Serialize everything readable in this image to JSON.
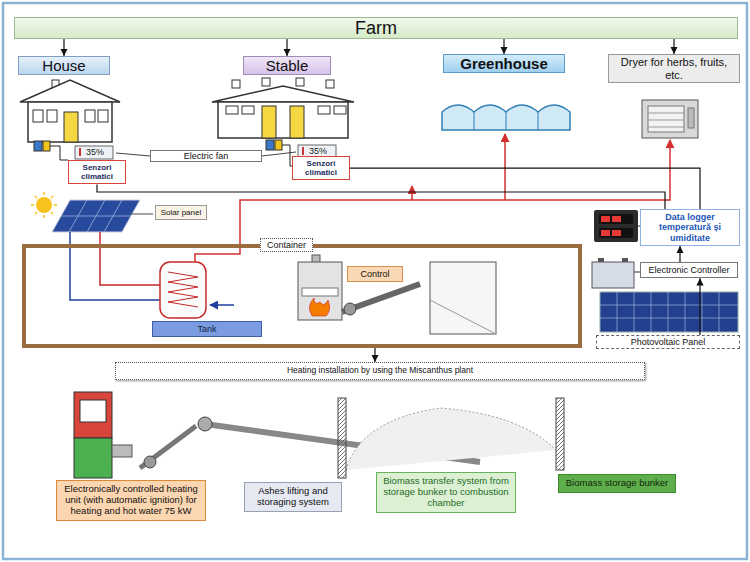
{
  "diagram": {
    "nodes": [
      {
        "text": [
          "Farm"
        ]
      },
      {
        "text": [
          "House"
        ]
      },
      {
        "text": [
          "Stable"
        ]
      },
      {
        "text": [
          "Greenhouse"
        ]
      },
      {
        "text": [
          "Dryer for herbs, fruits, etc."
        ]
      },
      {
        "text": [
          "Senzori climatici"
        ]
      },
      {
        "text": [
          "Electric fan"
        ]
      },
      {
        "text": [
          "Senzori climatici"
        ]
      },
      {
        "text": [
          "Solar panel"
        ]
      },
      {
        "text": [
          "Data logger temperatură și umiditate"
        ]
      },
      {
        "text": [
          "Container"
        ]
      },
      {
        "text": [
          "Tank"
        ],
        "in": 10
      },
      {
        "text": [
          "Control"
        ],
        "in": 10
      },
      {
        "text": [
          "Electronic Controller"
        ]
      },
      {
        "text": [
          "Photovoltaic Panel"
        ]
      },
      {
        "text": [
          "Heating installation by using the Miscanthus plant"
        ]
      },
      {
        "text": [
          "Electronically controlled heating unit (with automatic ignition) for heating and hot water 75 kW"
        ]
      },
      {
        "text": [
          "Ashes lifting and storaging system"
        ]
      },
      {
        "text": [
          "Biomass transfer system from storage bunker to combustion chamber"
        ]
      },
      {
        "text": [
          "Biomass storage bunker"
        ]
      }
    ],
    "edges": [
      {
        "from": 0,
        "to": 1,
        "arrow": "to"
      },
      {
        "from": 0,
        "to": 2,
        "arrow": "to"
      },
      {
        "from": 0,
        "to": 3,
        "arrow": "to"
      },
      {
        "from": 0,
        "to": 4,
        "arrow": "to"
      },
      {
        "from": 5,
        "to": 9,
        "arrow": "none"
      },
      {
        "from": 7,
        "to": 9,
        "arrow": "none"
      },
      {
        "from": 14,
        "to": 13,
        "arrow": "to"
      },
      {
        "from": 13,
        "to": 9,
        "arrow": "to"
      },
      {
        "from": 10,
        "to": 15,
        "arrow": "to"
      }
    ],
    "labels": [
      "35%",
      "35%"
    ]
  }
}
